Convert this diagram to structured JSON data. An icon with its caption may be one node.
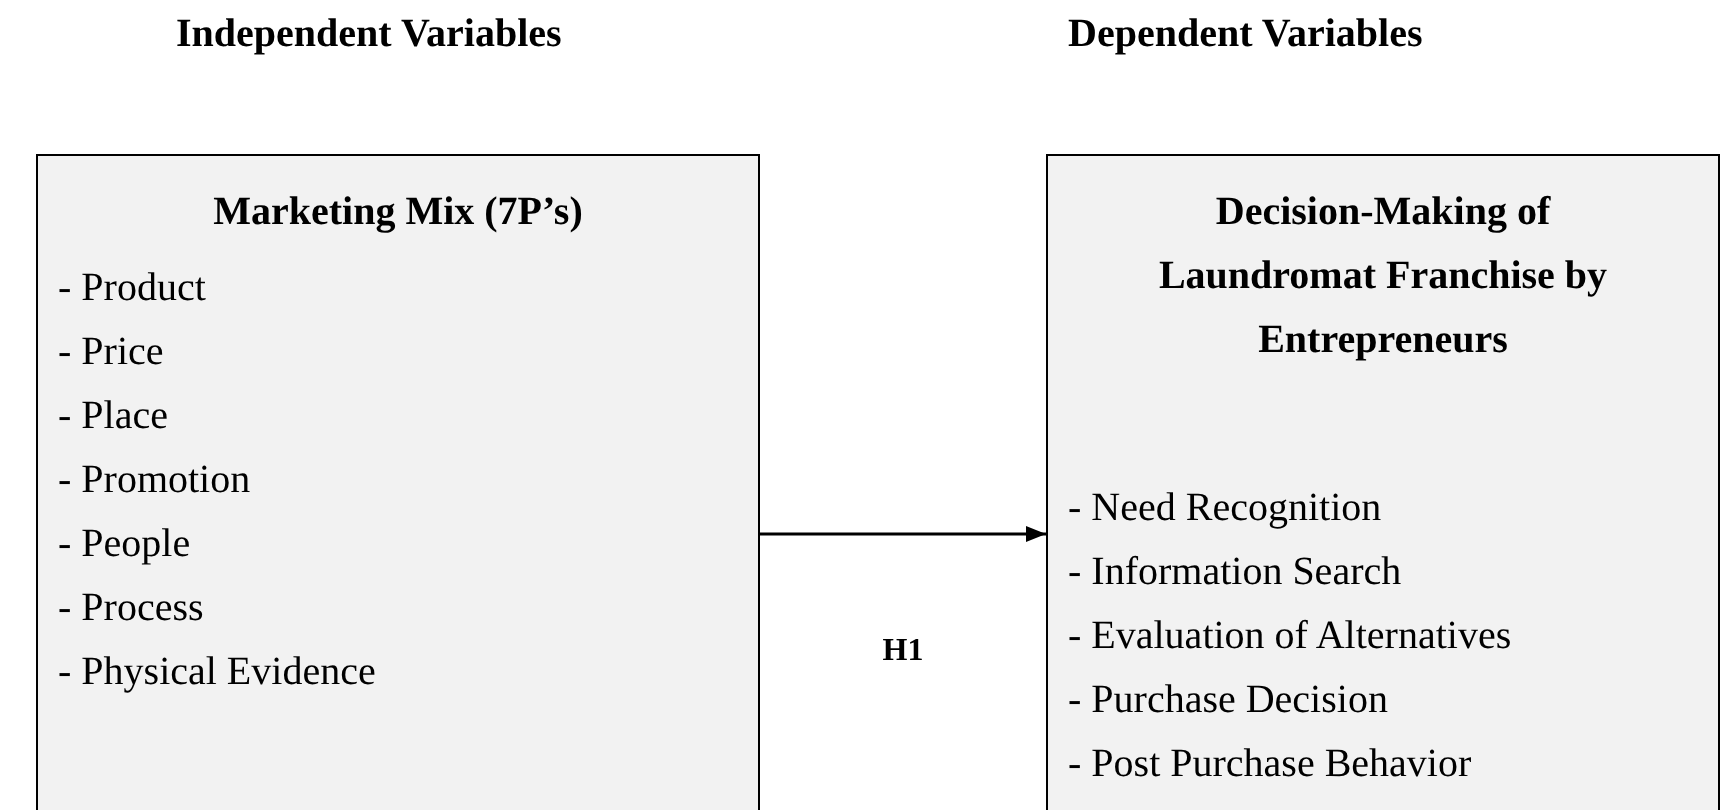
{
  "diagram": {
    "nodes": [
      {
        "text": [
          "Marketing Mix (7P’s)",
          "- Product",
          "- Price",
          "- Place",
          "- Promotion",
          "- People",
          "- Process",
          "- Physical Evidence"
        ]
      },
      {
        "text": [
          "Decision-Making of Laundromat Franchise by Entrepreneurs",
          "- Need Recognition",
          "- Information Search",
          "- Evaluation of Alternatives",
          "- Purchase Decision",
          "- Post Purchase Behavior"
        ]
      }
    ],
    "edges": [
      {
        "from": 0,
        "to": 1,
        "arrow": "to",
        "label": "H1"
      }
    ],
    "labels": [
      "Independent Variables",
      "Dependent Variables"
    ]
  }
}
